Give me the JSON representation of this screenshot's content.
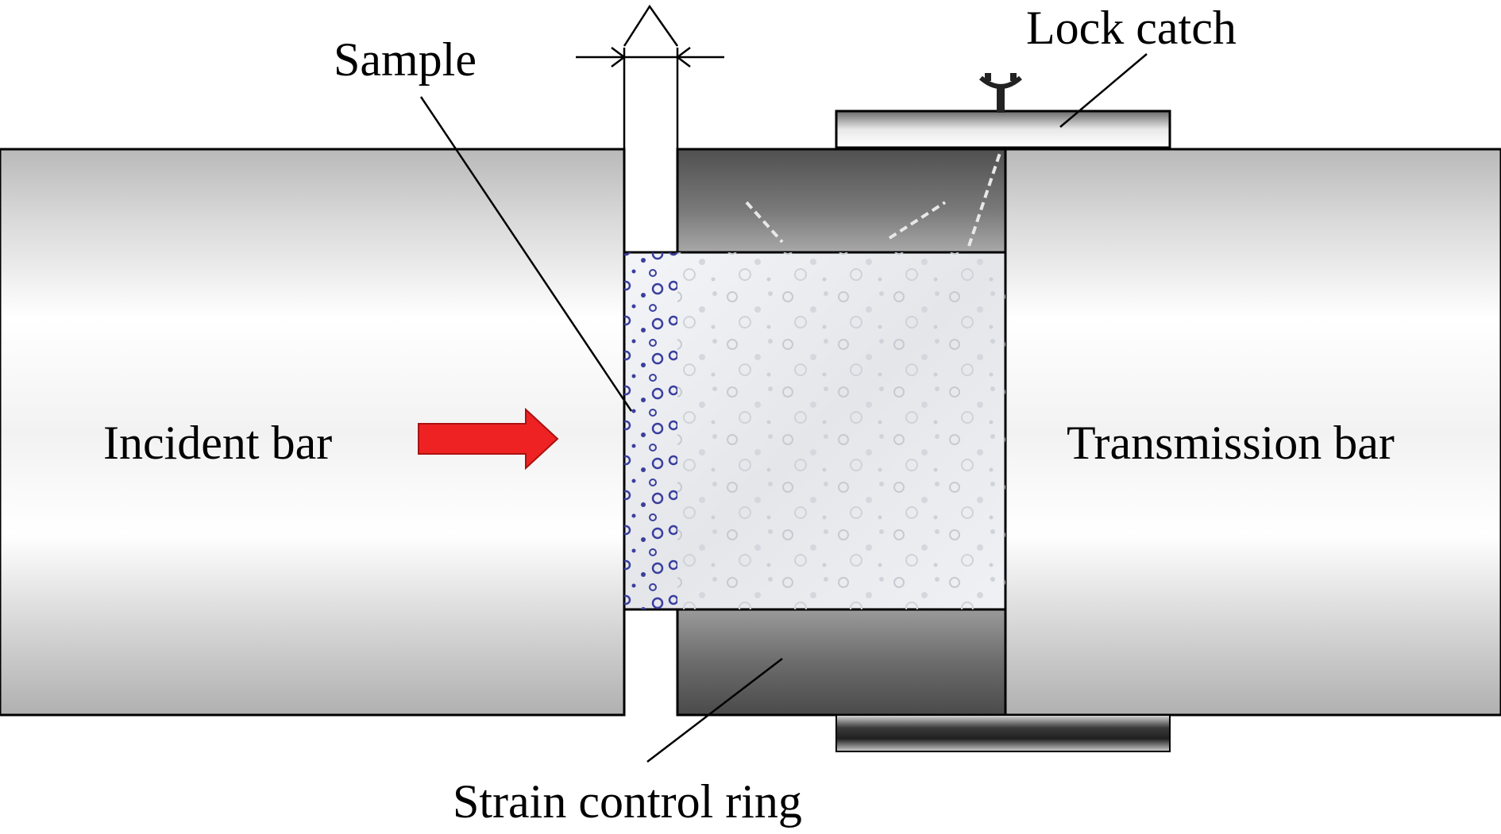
{
  "labels": {
    "sample": "Sample",
    "lock_catch": "Lock catch",
    "incident_bar": "Incident bar",
    "transmission_bar": "Transmission bar",
    "strain_control_ring": "Strain control ring"
  },
  "colors": {
    "bar_light": "#ffffff",
    "bar_dark": "#b4b4b4",
    "ring_dark": "#4a4a4a",
    "ring_mid": "#8a8a8a",
    "sample_fill": "#eef0f4",
    "sample_edge_dots": "#3a3f9e",
    "arrow": "#ee2222",
    "outline": "#000000"
  }
}
